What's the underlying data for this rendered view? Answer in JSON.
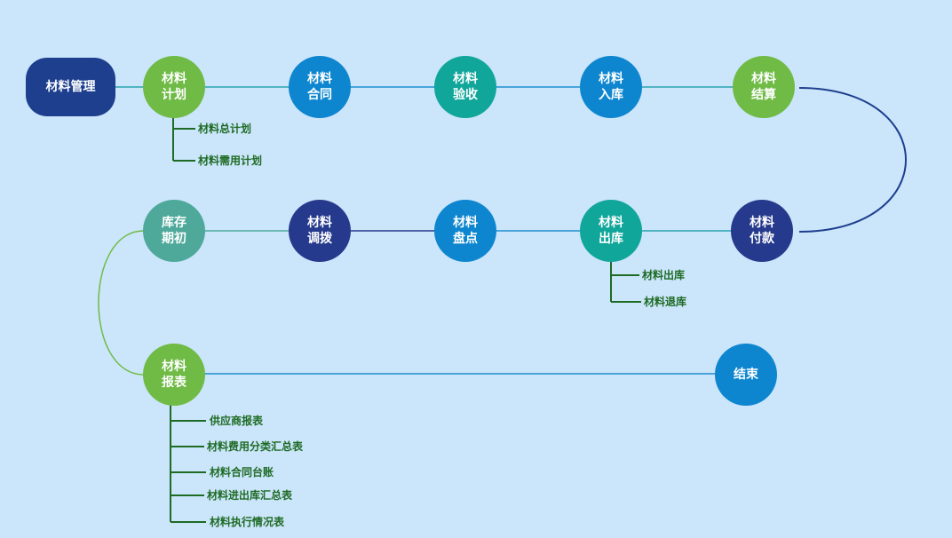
{
  "colors": {
    "background": "#cbe5fb",
    "navy": "#1d3f8e",
    "indigo": "#263a8d",
    "green": "#6fbb45",
    "blue": "#0e86cf",
    "teal": "#10a69a",
    "sage": "#4ea99a",
    "sub_text": "#1e6b24",
    "sub_line": "#1e6b24"
  },
  "root": {
    "label": "材料管理"
  },
  "steps": {
    "plan": {
      "label": "材料\n计划"
    },
    "contract": {
      "label": "材料\n合同"
    },
    "acceptance": {
      "label": "材料\n验收"
    },
    "warehousing": {
      "label": "材料\n入库"
    },
    "settlement": {
      "label": "材料\n结算"
    },
    "payment": {
      "label": "材料\n付款"
    },
    "outbound": {
      "label": "材料\n出库"
    },
    "stocktake": {
      "label": "材料\n盘点"
    },
    "transfer": {
      "label": "材料\n调拨"
    },
    "opening_stock": {
      "label": "库存\n期初"
    },
    "report": {
      "label": "材料\n报表"
    },
    "end": {
      "label": "结束"
    }
  },
  "plan_children": [
    "材料总计划",
    "材料需用计划"
  ],
  "outbound_children": [
    "材料出库",
    "材料退库"
  ],
  "report_children": [
    "供应商报表",
    "材料费用分类汇总表",
    "材料合同台账",
    "材料进出库汇总表",
    "材料执行情况表"
  ]
}
